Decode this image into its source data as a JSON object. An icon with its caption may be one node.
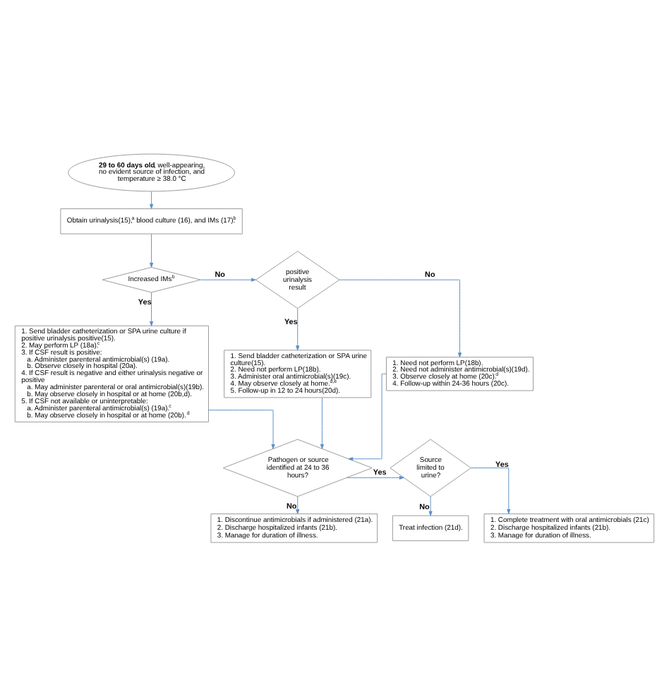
{
  "diagram": {
    "nodes": [
      {
        "text": [
          "**29 to 60 days old**, well-appearing, no evident source of infection, and temperature ≥ 38.0 °C"
        ]
      },
      {
        "text": [
          "Obtain urinalysis(15),$^{a}$ blood culture (16), and IMs (17).$^{b}$"
        ]
      },
      {
        "text": [
          "Increased IMs$^{b}$"
        ]
      },
      {
        "text": [
          "positive urinalysis result"
        ]
      },
      {
        "text": [
          "1. Send bladder catheterization or SPA urine culture if positive urinalysis positive(15).",
          "2. May perform LP (18a).$^{c}$",
          "3. If CSF result is positive:",
          "a. Administer parenteral antimicrobial(s) (19a).",
          "b. Observe closely in hospital (20a).",
          "4. If CSF result is negative and either urinalysis negative or positive",
          "a. May administer parenteral or oral antimicrobial(s)(19b).",
          "b. May observe closely in hospital or at home (20b,d).",
          "5. If CSF not available or uninterpretable:",
          "a. Administer parenteral antimicrobial(s) (19a).$^{c}$",
          "b. May observe closely in hospital or at home (20b).$^{d}$"
        ]
      },
      {
        "text": [
          "1. Send bladder catheterization or SPA urine culture(15).",
          "2. Need not perform LP(18b).",
          "3. Administer oral antimicrobial(s)(19c).",
          "4. May observe closely at home.$^{d,e}$",
          "5. Follow-up in 12 to 24 hours(20d)."
        ]
      },
      {
        "text": [
          "1. Need not perform LP(18b).",
          "2. Need not administer antimicrobial(s)(19d).",
          "3. Observe closely at home (20c).$^{d}$",
          "4. Follow-up within 24-36 hours (20c)."
        ]
      },
      {
        "text": [
          "Pathogen or source identified at 24 to 36 hours?"
        ]
      },
      {
        "text": [
          "Source limited to urine?"
        ]
      },
      {
        "text": [
          "1. Discontinue antimicrobials if administered (21a).",
          "2. Discharge hospitalized infants (21b).",
          "3. Manage for duration of illness."
        ]
      },
      {
        "text": [
          "Treat infection (21d)."
        ]
      },
      {
        "text": [
          "1. Complete treatment with oral antimicrobials (21c)",
          "2. Discharge hospitalized infants (21b).",
          "3. Manage for duration of illness."
        ]
      }
    ],
    "edges": [
      {
        "from": 0,
        "to": 1,
        "arrow": "to"
      },
      {
        "from": 1,
        "to": 2,
        "arrow": "to"
      },
      {
        "from": 2,
        "to": 4,
        "arrow": "to",
        "label": "Yes"
      },
      {
        "from": 2,
        "to": 3,
        "arrow": "to",
        "label": "No"
      },
      {
        "from": 3,
        "to": 5,
        "arrow": "to",
        "label": "Yes"
      },
      {
        "from": 3,
        "to": 6,
        "arrow": "to",
        "label": "No"
      },
      {
        "from": 4,
        "to": 7,
        "arrow": "to"
      },
      {
        "from": 5,
        "to": 7,
        "arrow": "to"
      },
      {
        "from": 6,
        "to": 7,
        "arrow": "to"
      },
      {
        "from": 7,
        "to": 8,
        "arrow": "to",
        "label": "Yes"
      },
      {
        "from": 7,
        "to": 9,
        "arrow": "to",
        "label": "No"
      },
      {
        "from": 8,
        "to": 10,
        "arrow": "to",
        "label": "No"
      },
      {
        "from": 8,
        "to": 11,
        "arrow": "to",
        "label": "Yes"
      }
    ]
  }
}
